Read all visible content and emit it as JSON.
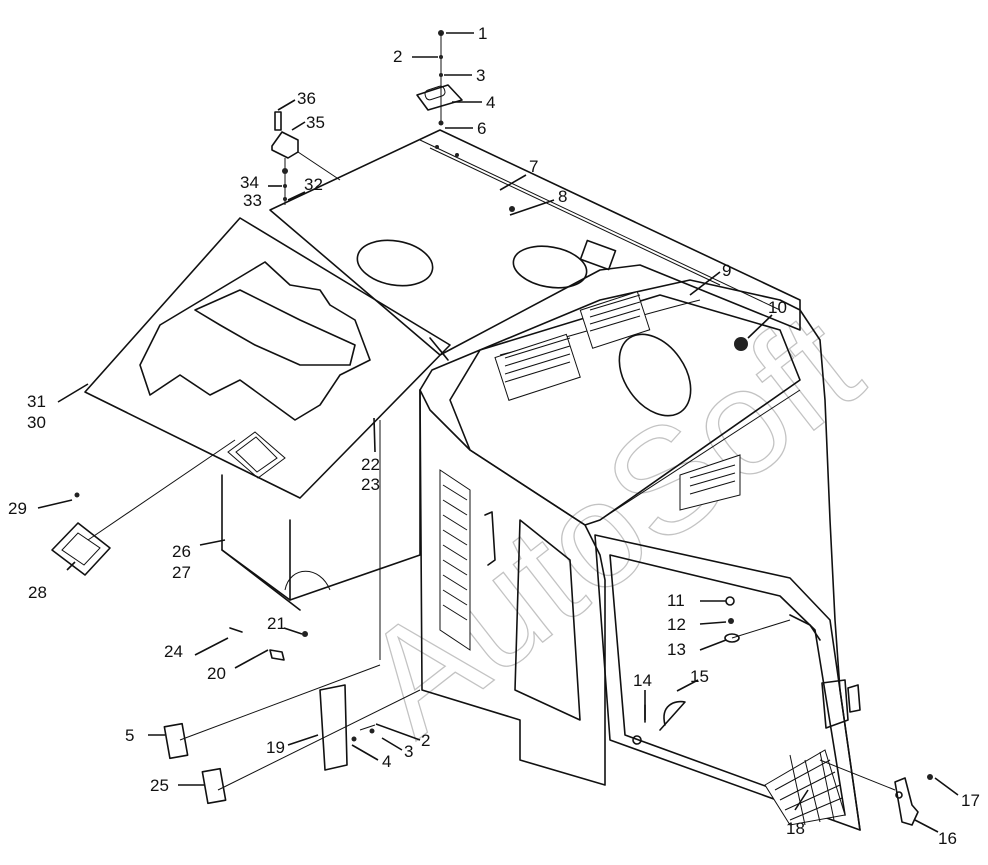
{
  "watermark": "AutoSoft",
  "callouts": [
    {
      "id": "1",
      "label": "1"
    },
    {
      "id": "2",
      "label": "2"
    },
    {
      "id": "3",
      "label": "3"
    },
    {
      "id": "4",
      "label": "4"
    },
    {
      "id": "6",
      "label": "6"
    },
    {
      "id": "7",
      "label": "7"
    },
    {
      "id": "8",
      "label": "8"
    },
    {
      "id": "9",
      "label": "9"
    },
    {
      "id": "10",
      "label": "10"
    },
    {
      "id": "11",
      "label": "11"
    },
    {
      "id": "12",
      "label": "12"
    },
    {
      "id": "13",
      "label": "13"
    },
    {
      "id": "14",
      "label": "14"
    },
    {
      "id": "15",
      "label": "15"
    },
    {
      "id": "16",
      "label": "16"
    },
    {
      "id": "17",
      "label": "17"
    },
    {
      "id": "18",
      "label": "18"
    },
    {
      "id": "19",
      "label": "19"
    },
    {
      "id": "20",
      "label": "20"
    },
    {
      "id": "21",
      "label": "21"
    },
    {
      "id": "22",
      "label": "22"
    },
    {
      "id": "23",
      "label": "23"
    },
    {
      "id": "24",
      "label": "24"
    },
    {
      "id": "25",
      "label": "25"
    },
    {
      "id": "26",
      "label": "26"
    },
    {
      "id": "27",
      "label": "27"
    },
    {
      "id": "28",
      "label": "28"
    },
    {
      "id": "29",
      "label": "29"
    },
    {
      "id": "30",
      "label": "30"
    },
    {
      "id": "31",
      "label": "31"
    },
    {
      "id": "32",
      "label": "32"
    },
    {
      "id": "33",
      "label": "33"
    },
    {
      "id": "34",
      "label": "34"
    },
    {
      "id": "35",
      "label": "35"
    },
    {
      "id": "36",
      "label": "36"
    },
    {
      "id": "5",
      "label": "5"
    },
    {
      "id": "2b",
      "label": "2"
    },
    {
      "id": "3b",
      "label": "3"
    },
    {
      "id": "4b",
      "label": "4"
    }
  ]
}
